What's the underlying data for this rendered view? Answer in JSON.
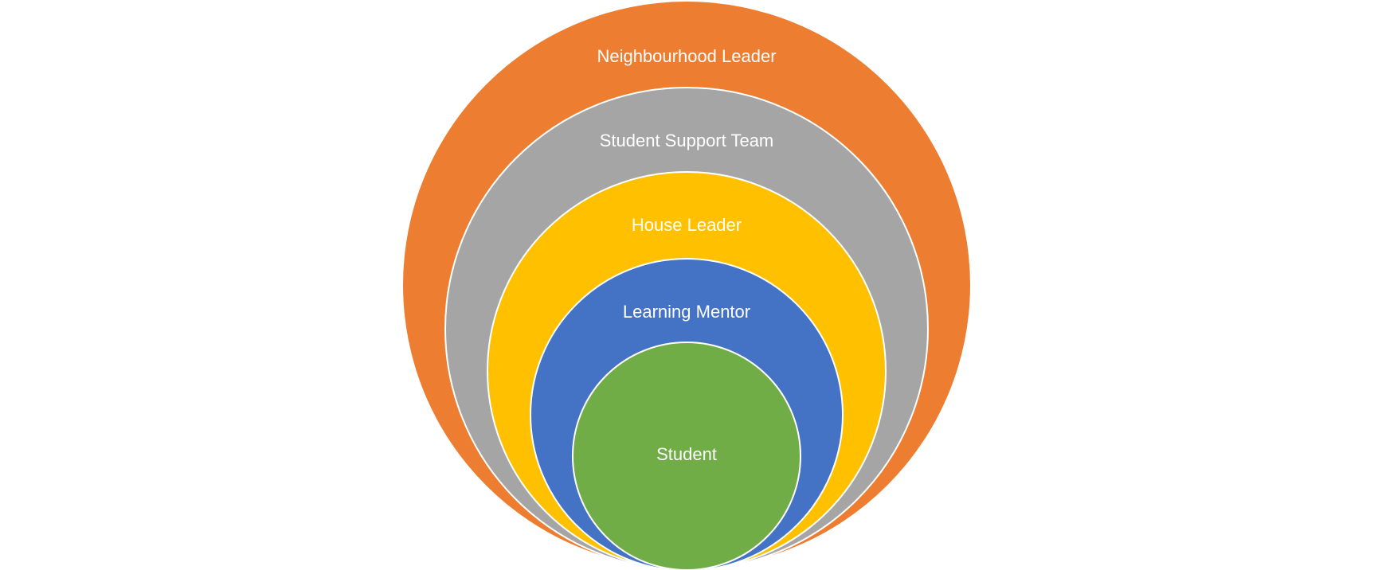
{
  "diagram": {
    "rings": [
      {
        "label": "Neighbourhood Leader",
        "color": "#ED7D31"
      },
      {
        "label": "Student Support Team",
        "color": "#A5A5A5"
      },
      {
        "label": "House Leader",
        "color": "#FFC000"
      },
      {
        "label": "Learning Mentor",
        "color": "#4472C4"
      },
      {
        "label": "Student",
        "color": "#70AD47"
      }
    ],
    "outline_color": "#FFFFFF"
  }
}
